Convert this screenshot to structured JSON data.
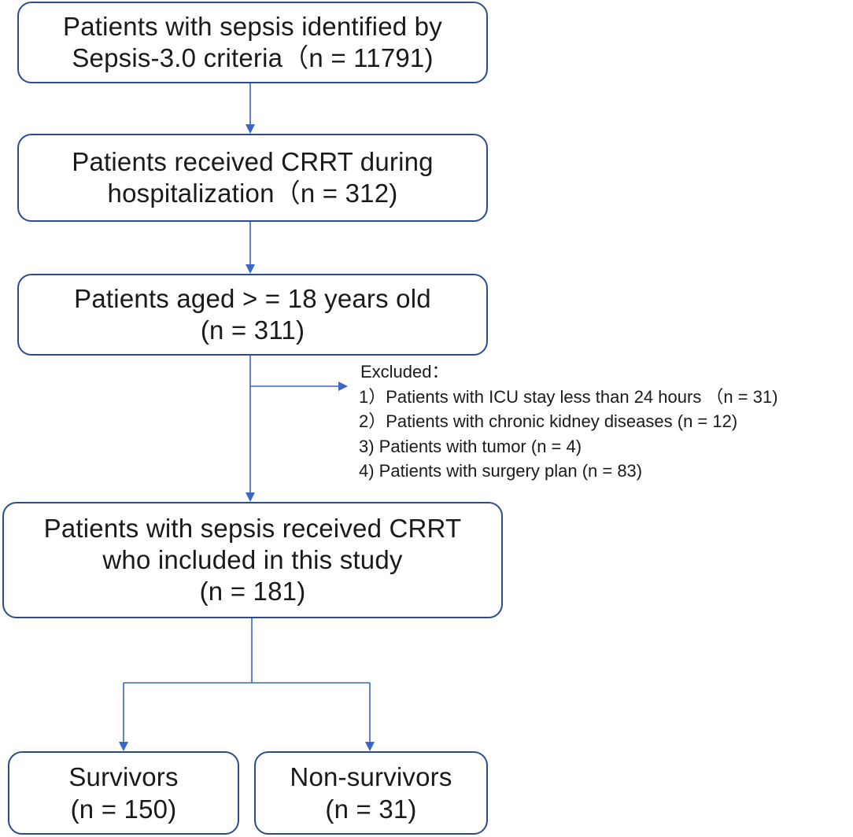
{
  "flowchart": {
    "boxes": {
      "identified": {
        "lines": [
          "Patients with sepsis identified by",
          "Sepsis-3.0 criteria（n = 11791)"
        ]
      },
      "crrt": {
        "lines": [
          "Patients received CRRT during",
          "hospitalization（n = 312)"
        ]
      },
      "adult": {
        "lines": [
          "Patients aged > = 18 years old",
          "(n = 311)"
        ]
      },
      "included": {
        "lines": [
          "Patients with sepsis received CRRT",
          "who included in this study",
          "(n = 181)"
        ]
      },
      "survivors": {
        "lines": [
          "Survivors",
          "(n = 150)"
        ]
      },
      "non_survivors": {
        "lines": [
          "Non-survivors",
          "(n = 31)"
        ]
      }
    },
    "excluded": {
      "header": "Excluded：",
      "items": [
        "1）Patients with ICU stay less than 24 hours （n = 31)",
        "2）Patients with chronic kidney diseases (n = 12)",
        "3) Patients with tumor (n = 4)",
        "4) Patients with surgery plan (n = 83)"
      ]
    },
    "colors": {
      "border": "#2c4a8c",
      "arrow": "#3a66c4",
      "text": "#1a1a1a"
    }
  }
}
